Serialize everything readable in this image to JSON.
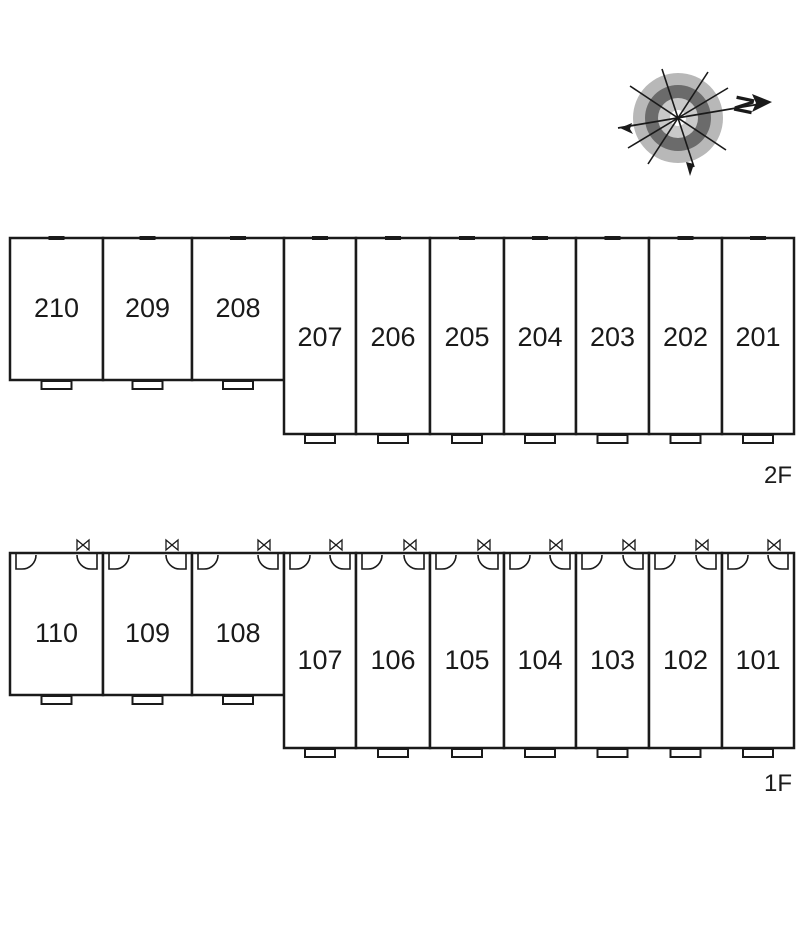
{
  "compass": {
    "north_letter": "N",
    "colors": {
      "ring_outer": "#b8b8b8",
      "ring_mid": "#6b6b6b",
      "ring_inner": "#c9c9c9"
    },
    "icon": "compass-rose-icon"
  },
  "floors": [
    {
      "label": "2F",
      "units": [
        "210",
        "209",
        "208",
        "207",
        "206",
        "205",
        "204",
        "203",
        "202",
        "201"
      ]
    },
    {
      "label": "1F",
      "units": [
        "110",
        "109",
        "108",
        "107",
        "106",
        "105",
        "104",
        "103",
        "102",
        "101"
      ]
    }
  ]
}
